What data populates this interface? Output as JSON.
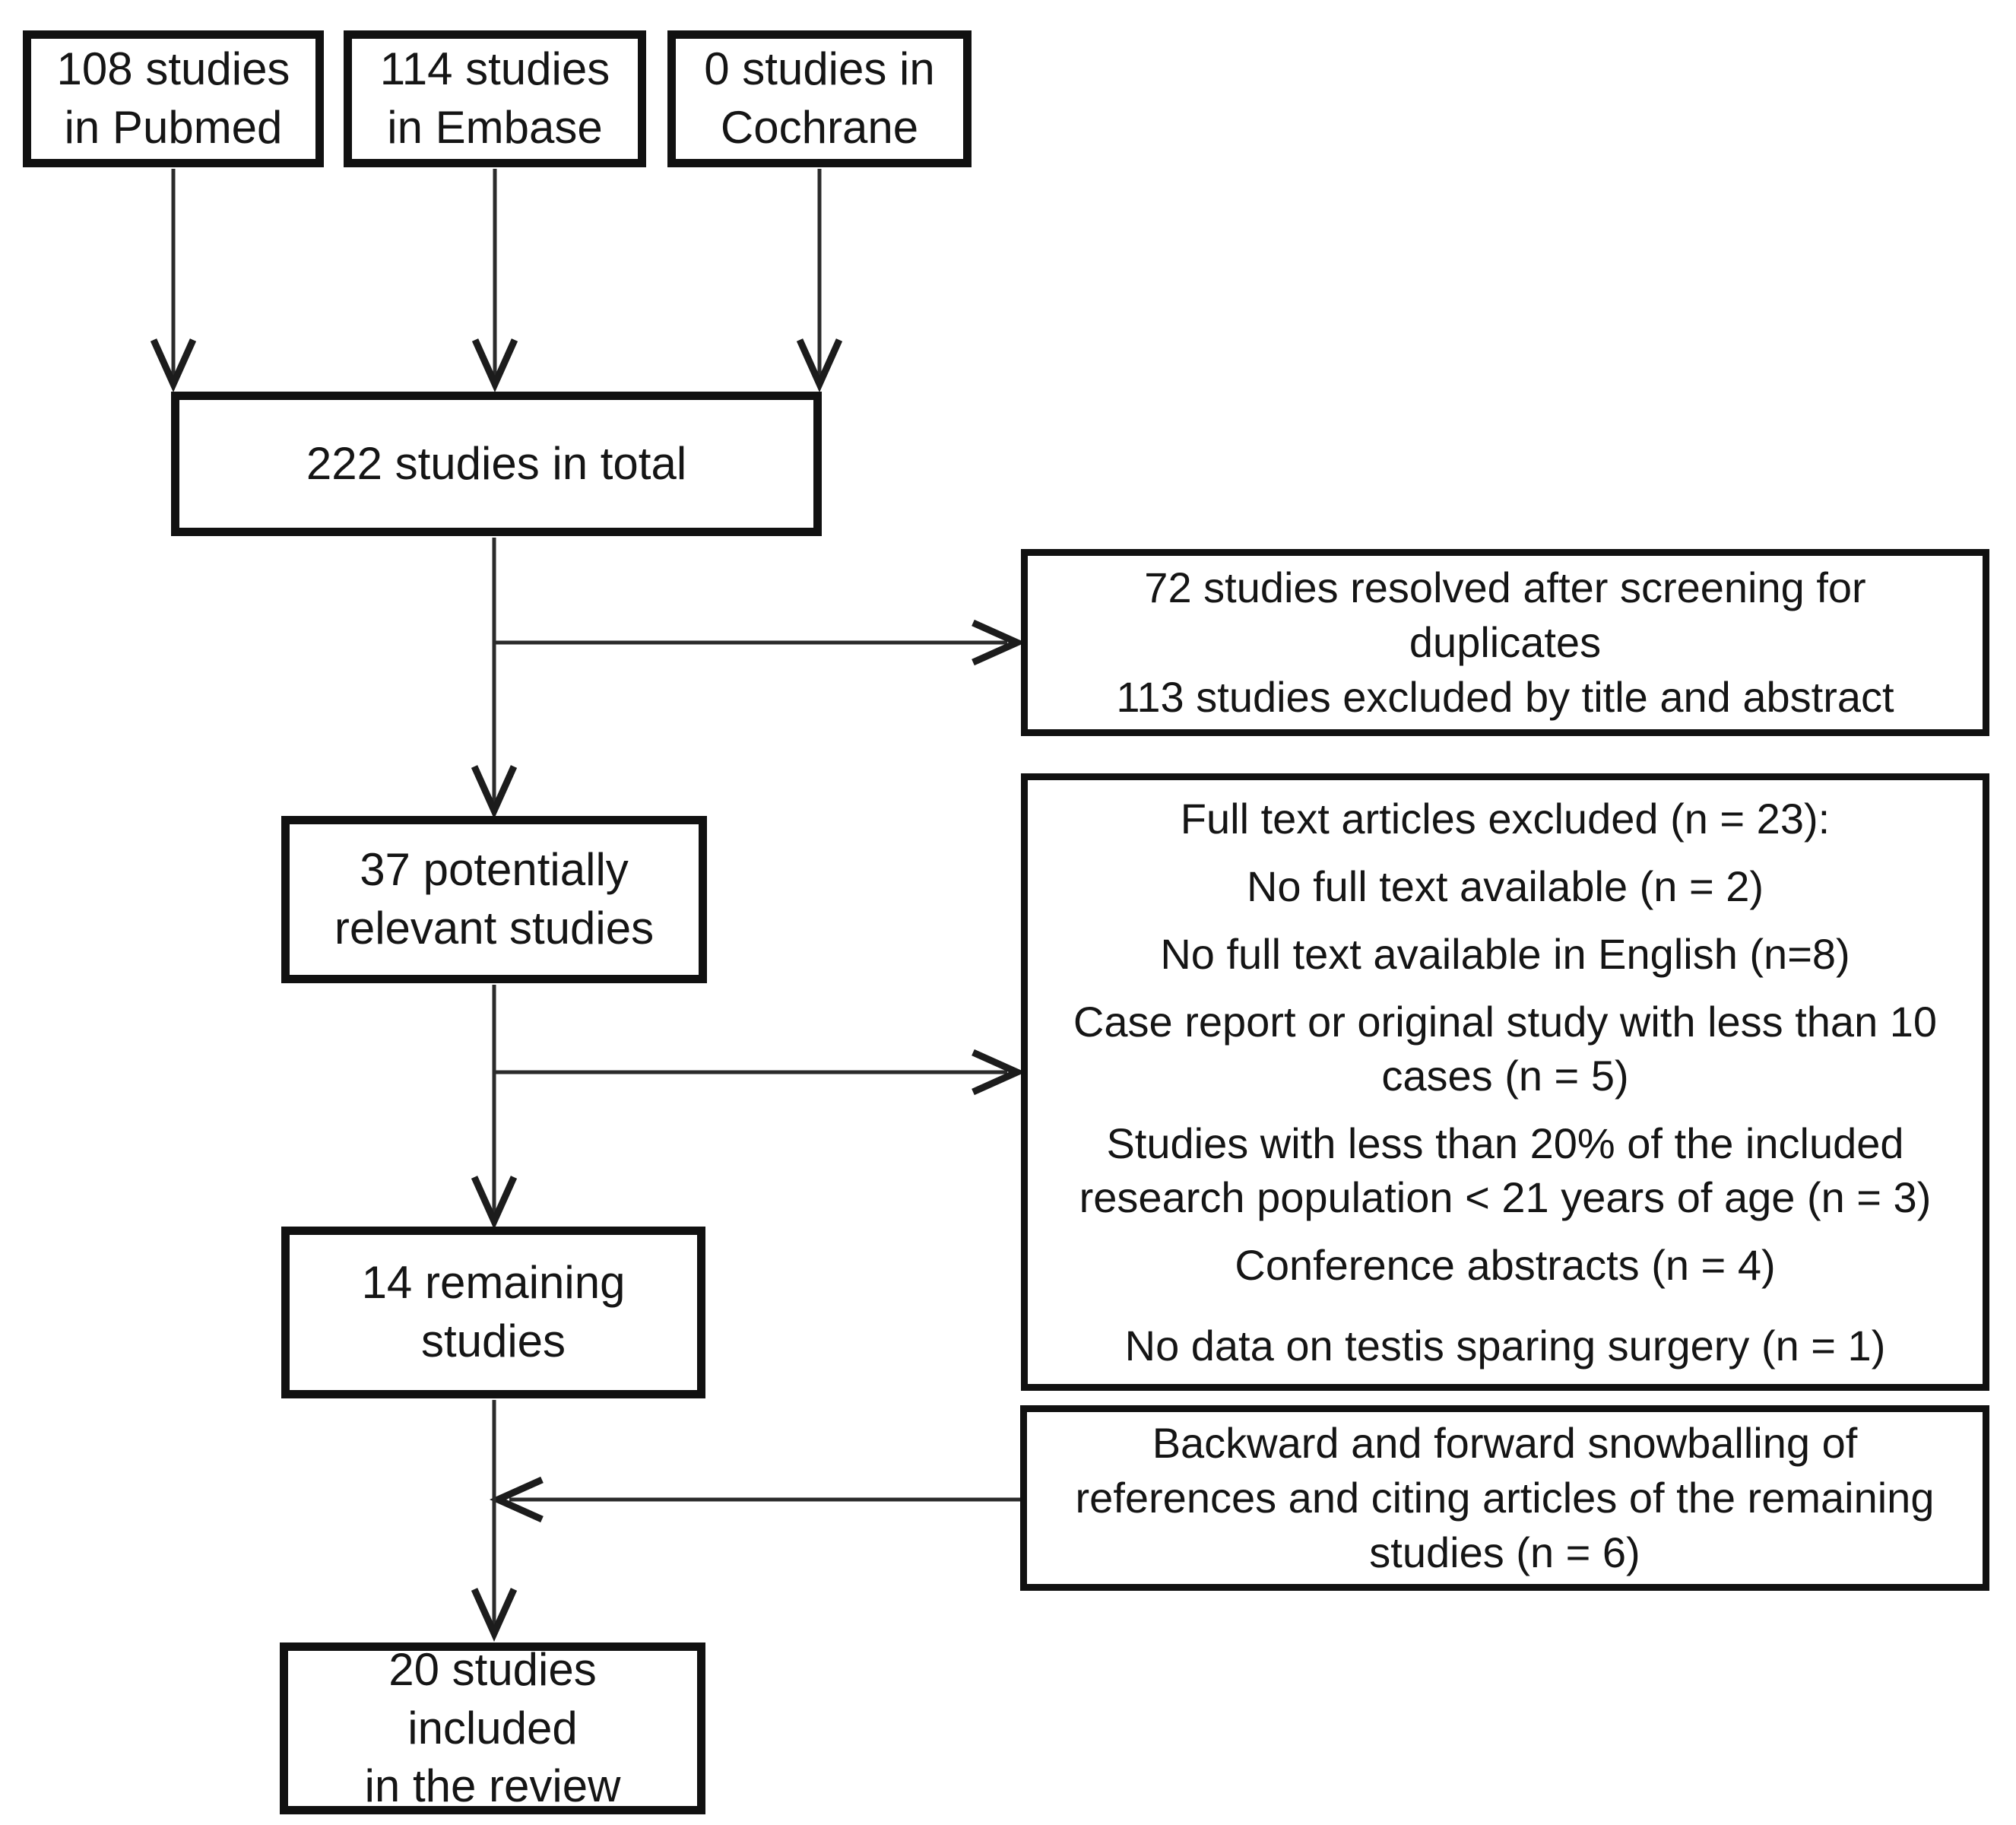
{
  "diagram": {
    "type": "study-selection-flowchart",
    "colors": {
      "background": "#ffffff",
      "box_border": "#111111",
      "text": "#151515",
      "connector": "#2b2b2b"
    },
    "boxes": {
      "pubmed": {
        "label": "108 studies\nin Pubmed"
      },
      "embase": {
        "label": "114 studies\nin Embase"
      },
      "cochrane": {
        "label": "0 studies in\nCochrane"
      },
      "total": {
        "label": "222 studies in total"
      },
      "duplicates_excluded": {
        "label": "72 studies resolved after screening for\nduplicates\n113 studies excluded by title and abstract"
      },
      "potentially_relevant": {
        "label": "37 potentially\nrelevant studies"
      },
      "fulltext_excluded": {
        "items": [
          "Full text articles excluded (n = 23):",
          "No full text available (n = 2)",
          "No full text available in English (n=8)",
          "Case report or original study with less than 10\ncases (n = 5)",
          "Studies with less than 20% of the included\nresearch population < 21 years of age (n = 3)",
          "Conference abstracts (n = 4)",
          "No data on testis sparing surgery (n = 1)"
        ]
      },
      "remaining": {
        "label": "14 remaining\nstudies"
      },
      "snowballing": {
        "label": "Backward and forward snowballing of\nreferences and citing articles of the remaining\nstudies (n = 6)"
      },
      "included": {
        "label": "20 studies included\nin the review"
      }
    }
  }
}
